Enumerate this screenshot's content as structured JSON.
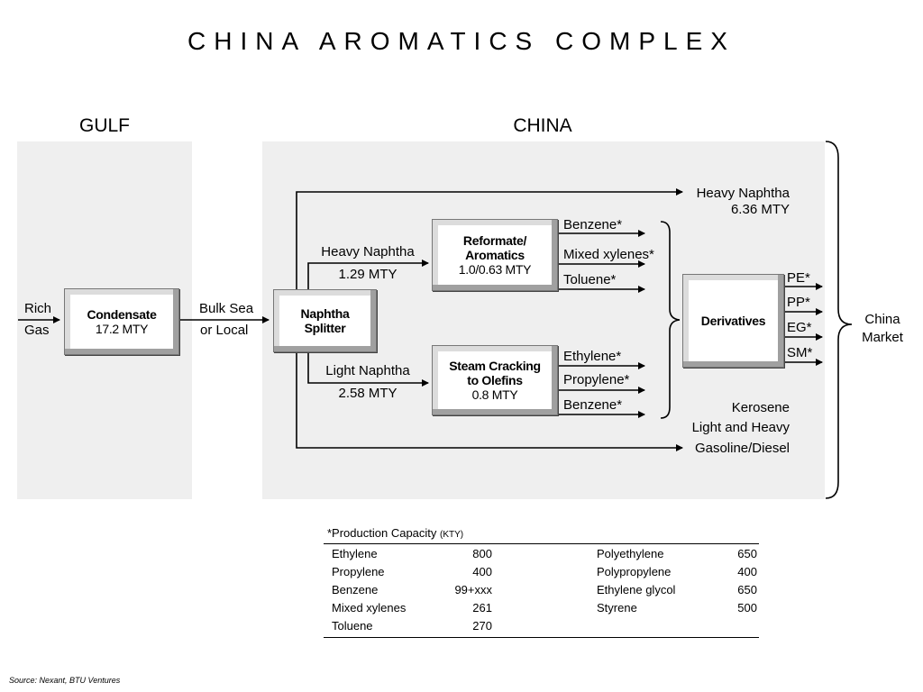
{
  "title": "CHINA AROMATICS COMPLEX",
  "regions": {
    "gulf": "GULF",
    "china": "CHINA"
  },
  "input": {
    "line1": "Rich",
    "line2": "Gas"
  },
  "condensate": {
    "name": "Condensate",
    "qty": "17.2 MTY"
  },
  "transport": {
    "line1": "Bulk Sea",
    "line2": "or Local"
  },
  "splitter": {
    "line1": "Naphtha",
    "line2": "Splitter"
  },
  "heavy_top": {
    "name": "Heavy Naphtha",
    "qty": "6.36 MTY"
  },
  "heavy_feed": {
    "name": "Heavy Naphtha",
    "qty": "1.29 MTY"
  },
  "light_feed": {
    "name": "Light Naphtha",
    "qty": "2.58 MTY"
  },
  "reformate": {
    "line1": "Reformate/",
    "line2": "Aromatics",
    "qty": "1.0/0.63 MTY"
  },
  "reformate_outputs": [
    "Benzene*",
    "Mixed xylenes*",
    "Toluene*"
  ],
  "cracking": {
    "line1": "Steam Cracking",
    "line2": "to Olefins",
    "qty": "0.8 MTY"
  },
  "cracking_outputs": [
    "Ethylene*",
    "Propylene*",
    "Benzene*"
  ],
  "derivatives": {
    "name": "Derivatives",
    "outputs": [
      "PE*",
      "PP*",
      "EG*",
      "SM*"
    ]
  },
  "bottom_products": {
    "line1": "Kerosene",
    "line2": "Light and Heavy",
    "line3": "Gasoline/Diesel"
  },
  "market": {
    "line1": "China",
    "line2": "Market"
  },
  "capacity": {
    "heading": "*Production Capacity",
    "unit": "(KTY)",
    "left": [
      {
        "name": "Ethylene",
        "value": "800"
      },
      {
        "name": "Propylene",
        "value": "400"
      },
      {
        "name": "Benzene",
        "value": "99+xxx"
      },
      {
        "name": "Mixed xylenes",
        "value": "261"
      },
      {
        "name": "Toluene",
        "value": "270"
      }
    ],
    "right": [
      {
        "name": "Polyethylene",
        "value": "650"
      },
      {
        "name": "Polypropylene",
        "value": "400"
      },
      {
        "name": "Ethylene glycol",
        "value": "650"
      },
      {
        "name": "Styrene",
        "value": "500"
      }
    ]
  },
  "source": "Source: Nexant, BTU Ventures"
}
